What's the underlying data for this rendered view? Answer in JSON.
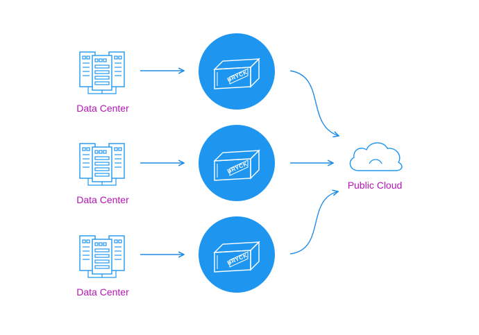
{
  "colors": {
    "label": "#b414b4",
    "accent": "#1e96f0",
    "arrow": "#1e8ce6",
    "icon_line": "#1e96f0",
    "background": "#ffffff"
  },
  "sources": [
    {
      "label": "Data Center",
      "icon": "server-rack-icon"
    },
    {
      "label": "Data Center",
      "icon": "server-rack-icon"
    },
    {
      "label": "Data Center",
      "icon": "server-rack-icon"
    }
  ],
  "devices": [
    {
      "label": "BRYCK",
      "icon": "container-box-icon"
    },
    {
      "label": "BRYCK",
      "icon": "container-box-icon"
    },
    {
      "label": "BRYCK",
      "icon": "container-box-icon"
    }
  ],
  "destination": {
    "label": "Public Cloud",
    "icon": "cloud-icon"
  }
}
